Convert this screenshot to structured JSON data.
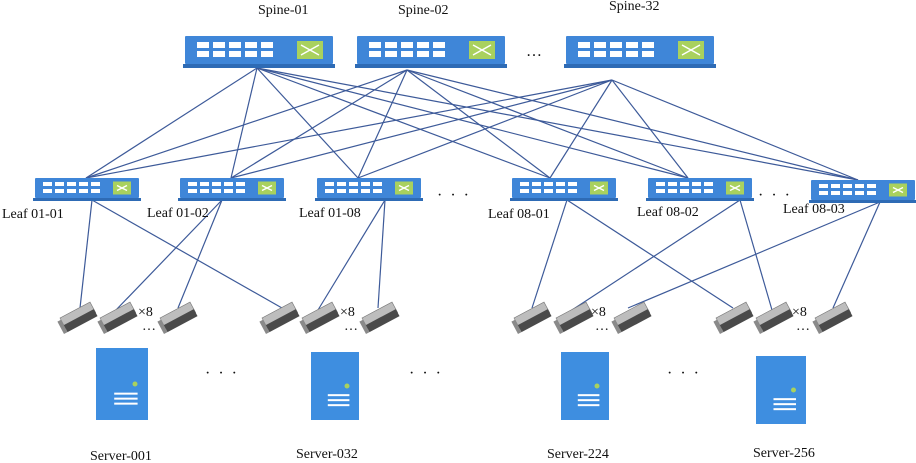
{
  "colors": {
    "link": "#3d5a99",
    "switch_body": "#3f86d8",
    "switch_port": "#ffffff",
    "switch_logo": "#a9d15e",
    "server_body": "#3e8ee0",
    "gpu_dark": "#4a4a4a",
    "gpu_light": "#bdbdbd"
  },
  "icons": {
    "switch": "network-switch-icon",
    "gpu": "gpu-card-icon",
    "server": "server-tower-icon"
  },
  "spines": [
    {
      "id": "s1",
      "label": "Spine-01"
    },
    {
      "id": "s2",
      "label": "Spine-02"
    },
    {
      "id": "s3",
      "label": "Spine-32"
    }
  ],
  "leaves": [
    {
      "id": "l1",
      "label": "Leaf 01-01"
    },
    {
      "id": "l2",
      "label": "Leaf 01-02"
    },
    {
      "id": "l3",
      "label": "Leaf 01-08"
    },
    {
      "id": "l4",
      "label": "Leaf 08-01"
    },
    {
      "id": "l5",
      "label": "Leaf 08-02"
    },
    {
      "id": "l6",
      "label": "Leaf 08-03"
    }
  ],
  "gpu_groups": [
    {
      "id": "g1",
      "multiplier": "×8"
    },
    {
      "id": "g2",
      "multiplier": "×8"
    },
    {
      "id": "g3",
      "multiplier": "×8"
    },
    {
      "id": "g4",
      "multiplier": "×8"
    }
  ],
  "servers": [
    {
      "id": "sv1",
      "label": "Server-001"
    },
    {
      "id": "sv2",
      "label": "Server-032"
    },
    {
      "id": "sv3",
      "label": "Server-224"
    },
    {
      "id": "sv4",
      "label": "Server-256"
    }
  ],
  "ellipses": {
    "spine": "…",
    "leaf": "· · ·",
    "server": "· · ·",
    "gpu": "…"
  }
}
